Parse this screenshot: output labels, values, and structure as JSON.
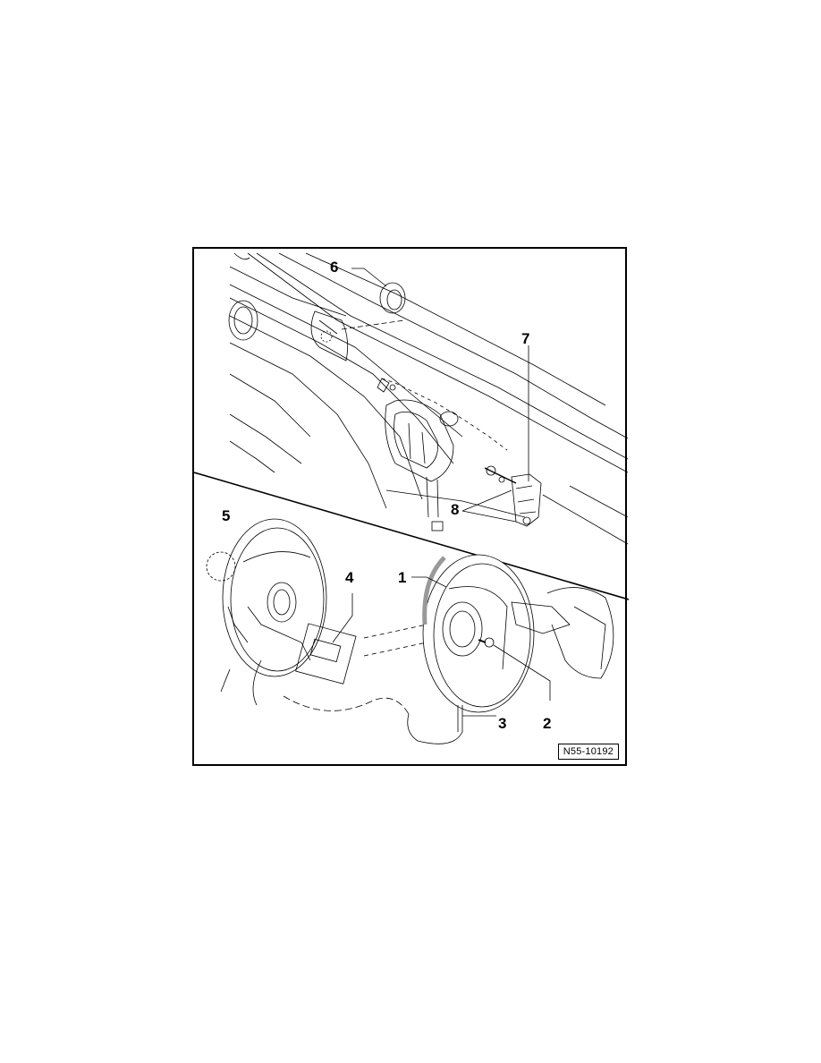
{
  "figure": {
    "reference_code": "N55-10192",
    "callouts": [
      {
        "id": "1",
        "label": "1"
      },
      {
        "id": "2",
        "label": "2"
      },
      {
        "id": "3",
        "label": "3"
      },
      {
        "id": "4",
        "label": "4"
      },
      {
        "id": "5",
        "label": "5"
      },
      {
        "id": "6",
        "label": "6"
      },
      {
        "id": "7",
        "label": "7"
      },
      {
        "id": "8",
        "label": "8"
      }
    ],
    "colors": {
      "line": "#000000",
      "background": "#ffffff",
      "shade": "#d9d9d9"
    }
  }
}
